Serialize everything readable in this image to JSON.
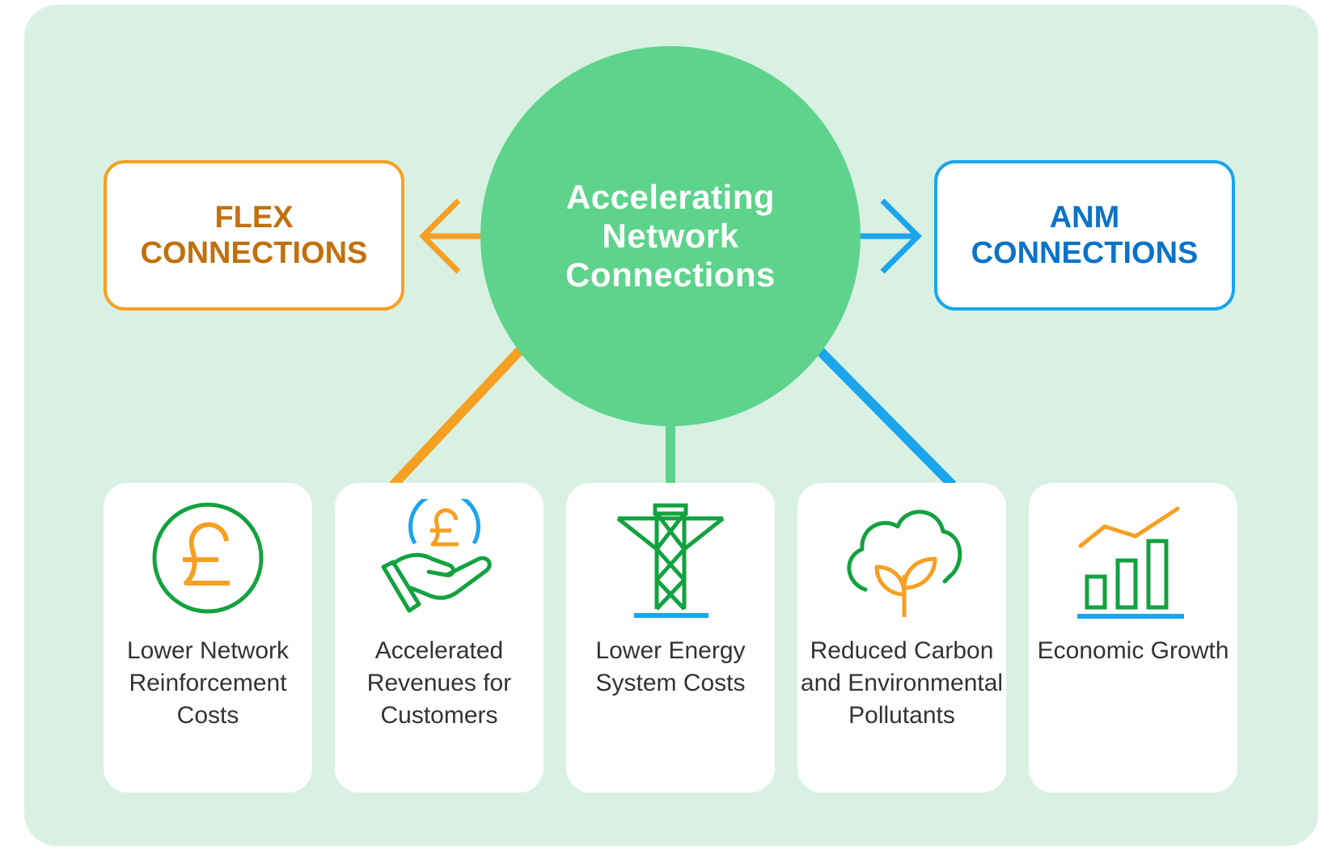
{
  "hub": {
    "title": "Accelerating Network Connections"
  },
  "flex": {
    "line1": "FLEX",
    "line2": "CONNECTIONS"
  },
  "anm": {
    "line1": "ANM",
    "line2": "CONNECTIONS"
  },
  "benefits": [
    {
      "label": "Lower Network Reinforcement Costs",
      "icon": "pound-coin-icon"
    },
    {
      "label": "Accelerated Revenues for Customers",
      "icon": "hand-with-coin-icon"
    },
    {
      "label": "Lower Energy System Costs",
      "icon": "pylon-icon"
    },
    {
      "label": "Reduced Carbon and Environmental Pollutants",
      "icon": "cloud-plant-icon"
    },
    {
      "label": "Economic Growth",
      "icon": "growth-chart-icon"
    }
  ],
  "colors": {
    "background": "#d9f1e2",
    "hub": "#5dd38c",
    "flex_accent": "#f6a023",
    "flex_text": "#c2700d",
    "anm_accent": "#1aa5ec",
    "anm_text": "#0a73c9",
    "icon_green": "#12a23f",
    "icon_orange": "#f6a023",
    "icon_blue": "#1aa5ec"
  }
}
